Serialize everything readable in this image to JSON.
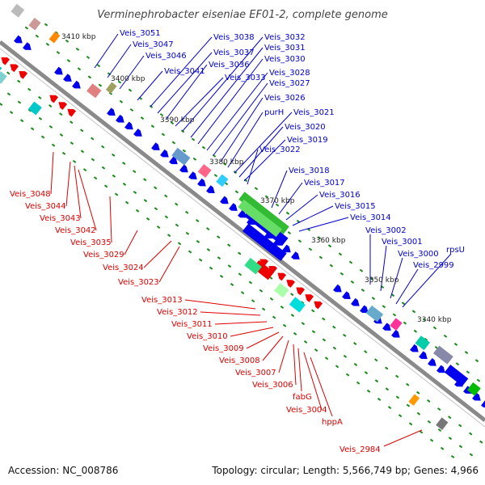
{
  "title": "Verminephrobacter eiseniae EF01-2, complete genome",
  "accession": "Accession: NC_008786",
  "summary": "Topology: circular; Length: 5,566,749 bp; Genes: 4,966",
  "colors": {
    "forward": "#0000ee",
    "reverse": "#ee0000",
    "backbone": "#808080",
    "tick": "#1a8a1a"
  },
  "kbp_labels": [
    "3410 kbp",
    "3400 kbp",
    "3390 kbp",
    "3380 kbp",
    "3370 kbp",
    "3360 kbp",
    "3350 kbp",
    "3340 kbp"
  ],
  "forward_labels": [
    "Veis_3051",
    "Veis_3047",
    "Veis_3046",
    "Veis_3041",
    "Veis_3038",
    "Veis_3037",
    "Veis_3036",
    "Veis_3033",
    "Veis_3032",
    "Veis_3031",
    "Veis_3030",
    "Veis_3028",
    "Veis_3027",
    "Veis_3026",
    "purH",
    "Veis_3021",
    "Veis_3020",
    "Veis_3019",
    "Veis_3022",
    "Veis_3018",
    "Veis_3017",
    "Veis_3016",
    "Veis_3015",
    "Veis_3014",
    "Veis_3002",
    "Veis_3001",
    "Veis_3000",
    "rpsU",
    "Veis_2999"
  ],
  "reverse_labels": [
    "Veis_3048",
    "Veis_3044",
    "Veis_3043",
    "Veis_3042",
    "Veis_3035",
    "Veis_3029",
    "Veis_3024",
    "Veis_3023",
    "Veis_3013",
    "Veis_3012",
    "Veis_3011",
    "Veis_3010",
    "Veis_3009",
    "Veis_3008",
    "Veis_3007",
    "Veis_3006",
    "fabG",
    "Veis_3004",
    "hppA",
    "Veis_2984"
  ]
}
